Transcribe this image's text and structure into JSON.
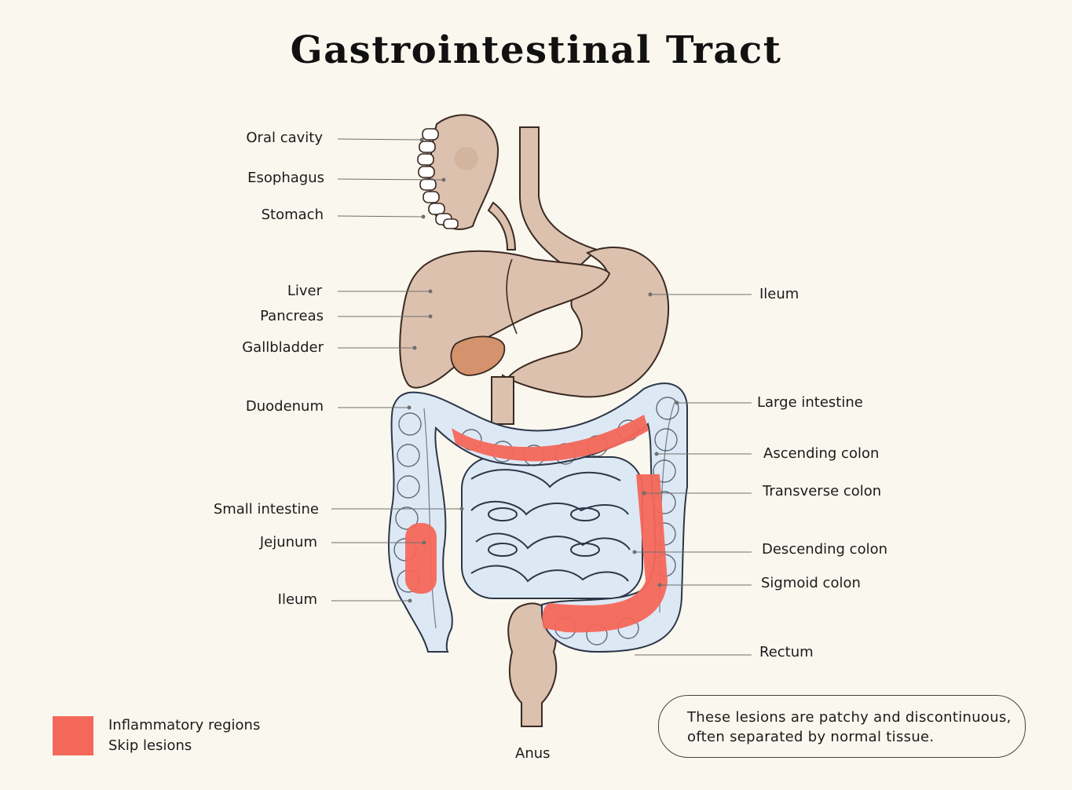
{
  "title": "Gastrointestinal Tract",
  "labels_left": [
    {
      "id": "oral-cavity",
      "text": "Oral cavity"
    },
    {
      "id": "esophagus",
      "text": "Esophagus"
    },
    {
      "id": "stomach",
      "text": "Stomach"
    },
    {
      "id": "liver",
      "text": "Liver"
    },
    {
      "id": "pancreas",
      "text": "Pancreas"
    },
    {
      "id": "gallbladder",
      "text": "Gallbladder"
    },
    {
      "id": "duodenum",
      "text": "Duodenum"
    },
    {
      "id": "small-intestine",
      "text": "Small intestine"
    },
    {
      "id": "jejunum",
      "text": "Jejunum"
    },
    {
      "id": "ileum-left",
      "text": "Ileum"
    }
  ],
  "labels_right": [
    {
      "id": "ileum-right",
      "text": "Ileum"
    },
    {
      "id": "large-intestine",
      "text": "Large intestine"
    },
    {
      "id": "ascending-colon",
      "text": "Ascending colon"
    },
    {
      "id": "transverse-colon",
      "text": "Transverse colon"
    },
    {
      "id": "descending-colon",
      "text": "Descending colon"
    },
    {
      "id": "sigmoid-colon",
      "text": "Sigmoid colon"
    },
    {
      "id": "rectum",
      "text": "Rectum"
    }
  ],
  "label_bottom": {
    "id": "anus",
    "text": "Anus"
  },
  "legend": {
    "line1": "Inflammatory regions",
    "line2": "Skip lesions",
    "color": "#f4685a"
  },
  "note": {
    "line1": "These lesions are patchy and discontinuous,",
    "line2": "often separated by normal tissue."
  },
  "colors": {
    "organ": "#dcc1ae",
    "organ_outline": "#3a2a22",
    "gallbladder": "#d4936c",
    "intestine": "#dde8f5",
    "intestine_outline": "#2c3648",
    "lesion": "#f4685a",
    "leader_line": "#6f6f6f"
  }
}
